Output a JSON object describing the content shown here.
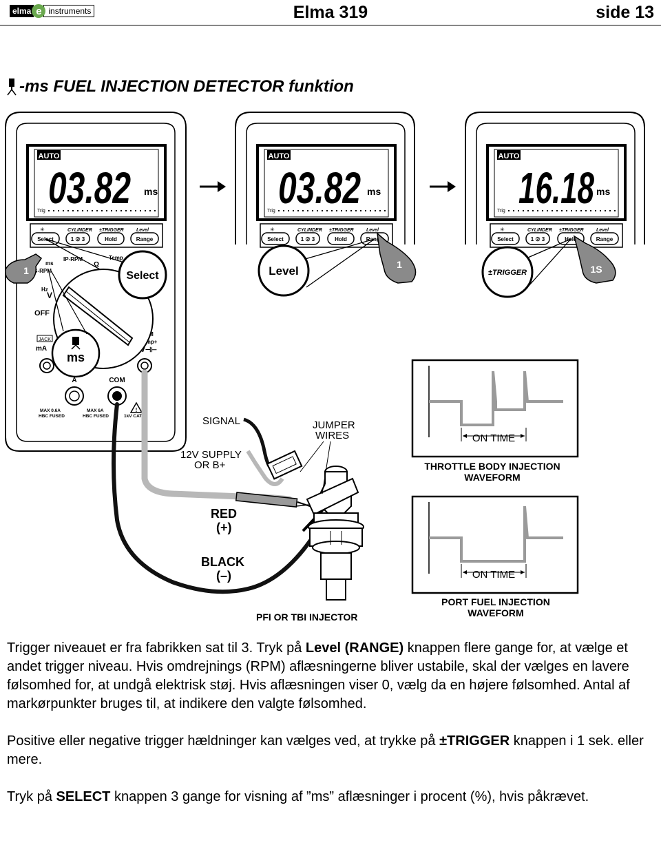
{
  "header": {
    "logo_left": "elma",
    "logo_mark": "e",
    "logo_right": "instruments",
    "title": "Elma 319",
    "page": "side 13"
  },
  "section_title": "-ms FUEL INJECTION DETECTOR funktion",
  "figure": {
    "meters": [
      {
        "mode": "AUTO",
        "reading": "03.82",
        "unit": "ms"
      },
      {
        "mode": "AUTO",
        "reading": "03.82",
        "unit": "ms"
      },
      {
        "mode": "AUTO",
        "reading": "16.18",
        "unit": "ms"
      }
    ],
    "trig_label": "Trig",
    "top_labels": [
      "✳",
      "CYLINDER",
      "±TRIGGER",
      "Level"
    ],
    "buttons": [
      "Select",
      "1 ② 3",
      "Hold",
      "Range"
    ],
    "callouts": [
      "Select",
      "Level",
      "±TRIGGER"
    ],
    "press_counts": [
      "1",
      "1",
      "1S"
    ],
    "dial_labels": {
      "ms": "ms",
      "ip_rpm": "IP-RPM",
      "ig_rpm": "IG-RPM",
      "hz": "Hz",
      "v": "V",
      "off": "OFF",
      "temp": "Temp",
      "ohm": "Ω",
      "rpm": "RPM",
      "temp_plus": "Temp+",
      "ohm_v": "ΩV⊣⊢",
      "jack": "JACK",
      "ma": "mA",
      "a": "A",
      "com": "COM",
      "max06": "MAX 0.6A",
      "hbc1": "HBC FUSED",
      "max6": "MAX 6A",
      "hbc2": "HBC FUSED",
      "cat": "1kV CAT"
    },
    "dial_callout": "ms",
    "labels": {
      "signal": "SIGNAL",
      "jumper1": "JUMPER",
      "jumper2": "WIRES",
      "supply1": "12V SUPPLY",
      "supply2": "OR B+",
      "red1": "RED",
      "red2": "(+)",
      "black1": "BLACK",
      "black2": "(–)",
      "injector": "PFI OR TBI INJECTOR"
    },
    "waveforms": [
      {
        "on_time": "ON TIME",
        "caption1": "THROTTLE BODY  INJECTION",
        "caption2": "WAVEFORM"
      },
      {
        "on_time": "ON TIME",
        "caption1": "PORT FUEL  INJECTION",
        "caption2": "WAVEFORM"
      }
    ]
  },
  "paragraphs": {
    "p1_a": "Trigger niveauet er fra fabrikken sat til 3. Tryk på ",
    "p1_b": "Level (RANGE)",
    "p1_c": " knappen flere gange for, at vælge et andet trigger niveau. Hvis omdrejnings (RPM) aflæsningerne bliver ustabile, skal der vælges en lavere følsomhed for, at undgå elektrisk støj. Hvis aflæsningen viser 0, vælg da en højere følsomhed. Antal af markørpunkter bruges til, at indikere den valgte følsomhed.",
    "p2_a": "Positive eller negative trigger hældninger kan vælges ved, at trykke på ",
    "p2_b": "±TRIGGER",
    "p2_c": " knappen i 1 sek. eller mere.",
    "p3_a": "Tryk på ",
    "p3_b": "SELECT",
    "p3_c": " knappen 3 gange for visning af ”ms” aflæsninger i procent (%), hvis påkrævet."
  }
}
